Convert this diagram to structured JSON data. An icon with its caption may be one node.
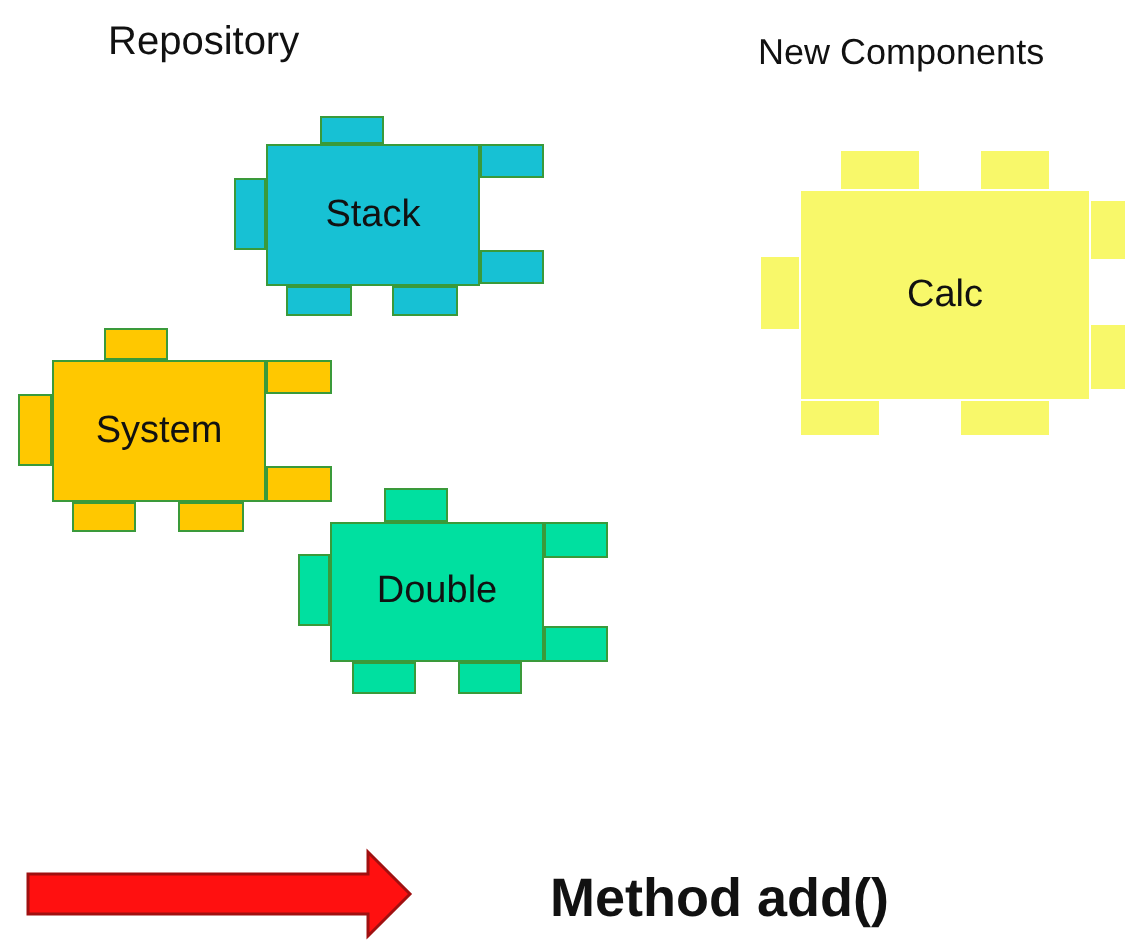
{
  "diagram": {
    "nodes": [
      {
        "text": [
          "Stack"
        ]
      },
      {
        "text": [
          "System"
        ]
      },
      {
        "text": [
          "Double"
        ]
      },
      {
        "text": [
          "Calc"
        ]
      }
    ],
    "labels": [
      "Repository",
      "New Components",
      "Method add()"
    ]
  }
}
